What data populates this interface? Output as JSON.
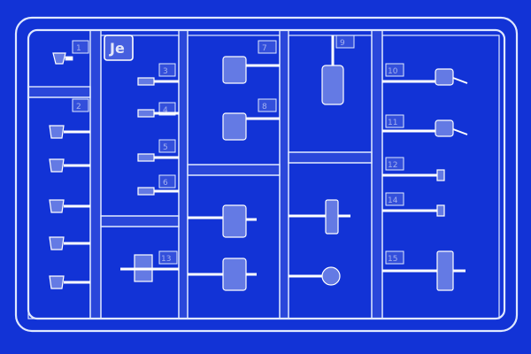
{
  "sprue": {
    "label": "Je",
    "background": "#1233d6",
    "line_color": "#dfe8ff",
    "part_numbers": [
      "1",
      "2",
      "3",
      "4",
      "5",
      "6",
      "7",
      "8",
      "9",
      "10",
      "11",
      "12",
      "13",
      "14",
      "15"
    ]
  }
}
